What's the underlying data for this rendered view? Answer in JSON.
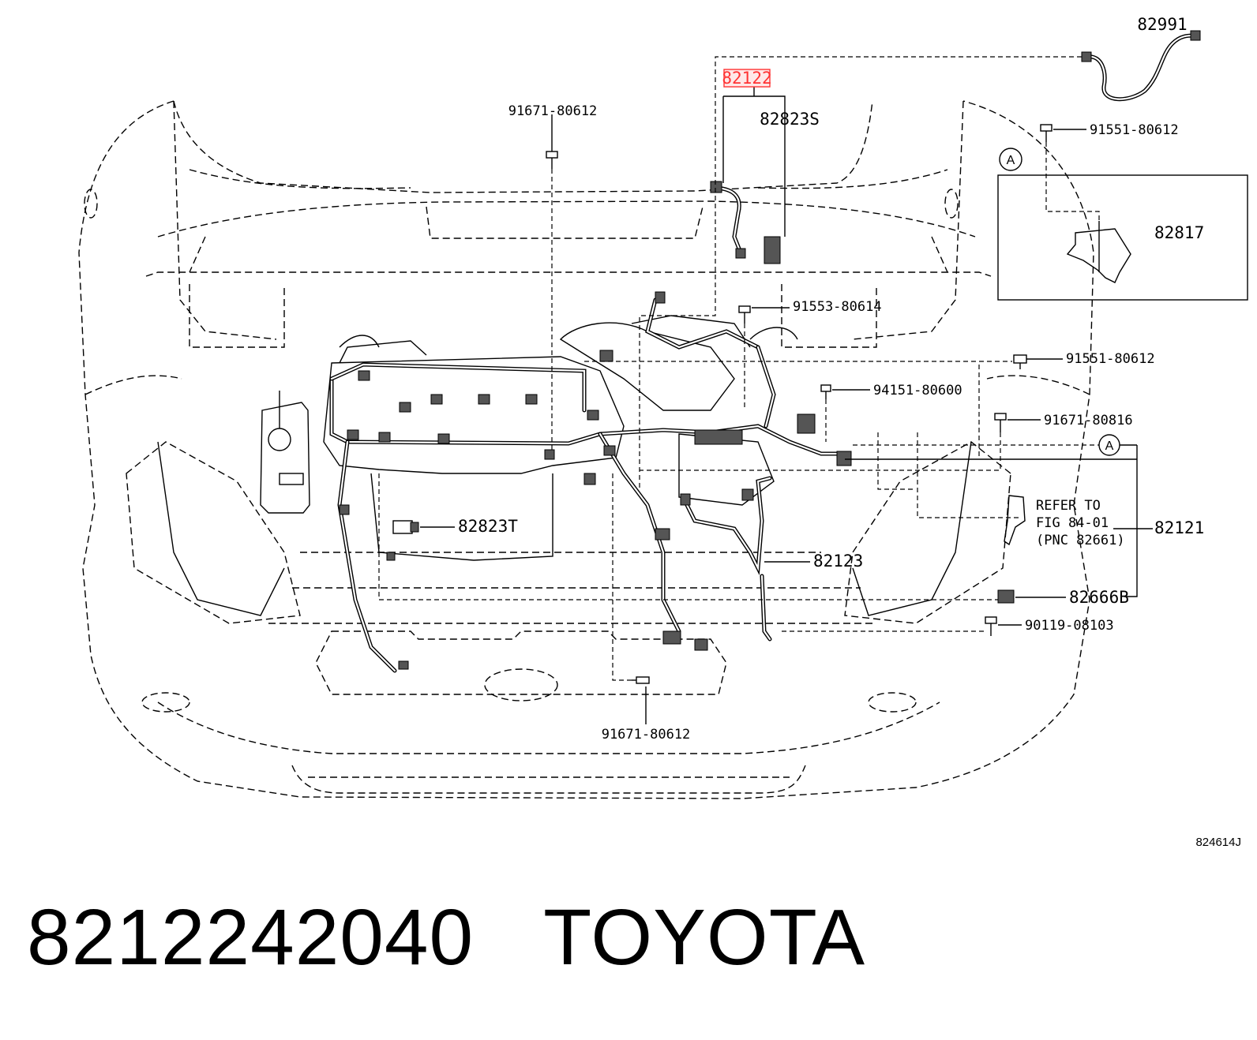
{
  "diagram": {
    "drawing_code": "824614J",
    "highlight_color": "#ff3333",
    "highlighted_part": "82122",
    "parts": {
      "p82991": "82991",
      "p82122": "82122",
      "p82823S": "82823S",
      "p91671_80612_top": "91671-80612",
      "p91551_80612_top": "91551-80612",
      "p82817": "82817",
      "p91553_80614": "91553-80614",
      "p91551_80612_mid": "91551-80612",
      "p94151_80600": "94151-80600",
      "p91671_80816": "91671-80816",
      "p82823T": "82823T",
      "p82121": "82121",
      "p82123": "82123",
      "p82666B": "82666B",
      "p90119_08103": "90119-08103",
      "p91671_80612_bottom": "91671-80612"
    },
    "refer": {
      "line1": "REFER TO",
      "line2": "FIG 84-01",
      "line3": "(PNC 82661)"
    },
    "callout_letter": "A"
  },
  "caption": {
    "part_number": "8212242040",
    "brand": "TOYOTA"
  }
}
